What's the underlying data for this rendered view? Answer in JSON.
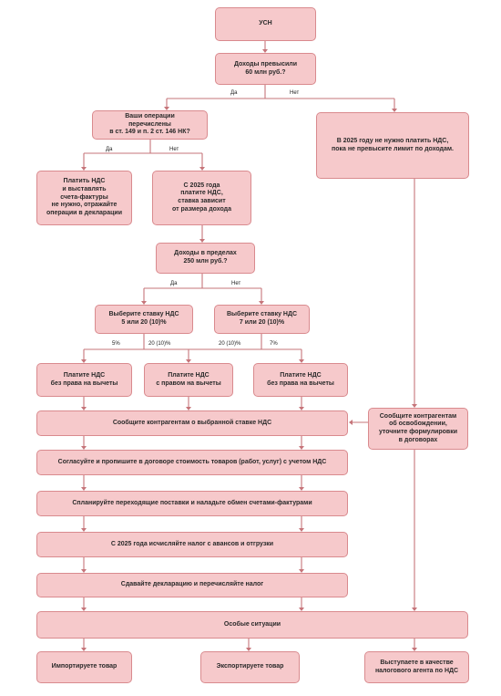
{
  "nodes": {
    "usn": "УСН",
    "q_income60": "Доходы превысили\n60 млн руб.?",
    "q_ops": "Ваши операции\nперечислены\nв ст. 149 и п. 2 ст. 146 НК?",
    "no_vat_2025": "В 2025 году не нужно платить НДС,\nпока не превысите лимит по доходам.",
    "no_vat_invoices": "Платить НДС\nи выставлять\nсчета-фактуры\nне нужно, отражайте\nоперации в декларации",
    "rate_depends": "С 2025 года\nплатите НДС,\nставка зависит\nот размера дохода",
    "q_income250": "Доходы в пределах\n250 млн руб.?",
    "choose_5_20": "Выберите ставку НДС\n5 или 20 (10)%",
    "choose_7_20": "Выберите ставку НДС\n7 или 20 (10)%",
    "pay_no_deduct_left": "Платите НДС\nбез права на вычеты",
    "pay_with_deduct": "Платите НДС\nс правом на вычеты",
    "pay_no_deduct_right": "Платите НДС\nбез права на вычеты",
    "inform_rate": "Сообщите контрагентам о выбранной ставке НДС",
    "inform_exempt": "Сообщите контрагентам\nоб освобождении,\nуточните формулировки\nв договорах",
    "agree_cost": "Согласуйте и пропишите в договоре стоимость товаров (работ, услуг) с учетом НДС",
    "plan_supplies": "Спланируйте переходящие поставки и наладьте обмен счетами-фактурами",
    "calc_tax": "С 2025 года исчисляйте налог с авансов и отгрузки",
    "declare": "Сдавайте декларацию и перечисляйте налог",
    "special": "Особые ситуации",
    "import": "Импортируете товар",
    "export": "Экспортируете товар",
    "tax_agent": "Выступаете в качестве\nналогового агента по НДС"
  },
  "edge_labels": {
    "yes1": "Да",
    "no1": "Нет",
    "yes2": "Да",
    "no2": "Нет",
    "yes3": "Да",
    "no3": "Нет",
    "r5": "5%",
    "r20a": "20 (10)%",
    "r20b": "20 (10)%",
    "r7": "7%"
  },
  "colors": {
    "box_fill": "#f6c9cb",
    "box_border": "#d98a8e",
    "connector": "#c6757a"
  }
}
